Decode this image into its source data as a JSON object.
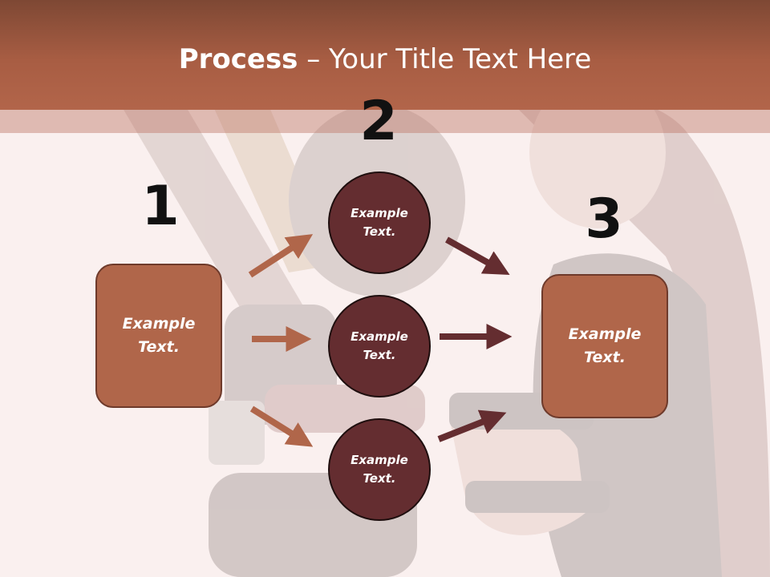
{
  "title": {
    "bold": "Process",
    "rest": " – Your Title Text Here"
  },
  "steps": {
    "one": "1",
    "two": "2",
    "three": "3"
  },
  "nodes": {
    "left_box": "Example\nText.",
    "circle_top": "Example\nText.",
    "circle_middle": "Example\nText.",
    "circle_bottom": "Example\nText.",
    "right_box": "Example\nText."
  },
  "colors": {
    "header": "#a85d43",
    "box_fill": "#b0664a",
    "circle_fill": "#642d30",
    "arrow_left": "#b0664a",
    "arrow_right": "#642d30",
    "background": "#f8eeec"
  },
  "background_image": "faded photo of a woman holding a paintball marker"
}
